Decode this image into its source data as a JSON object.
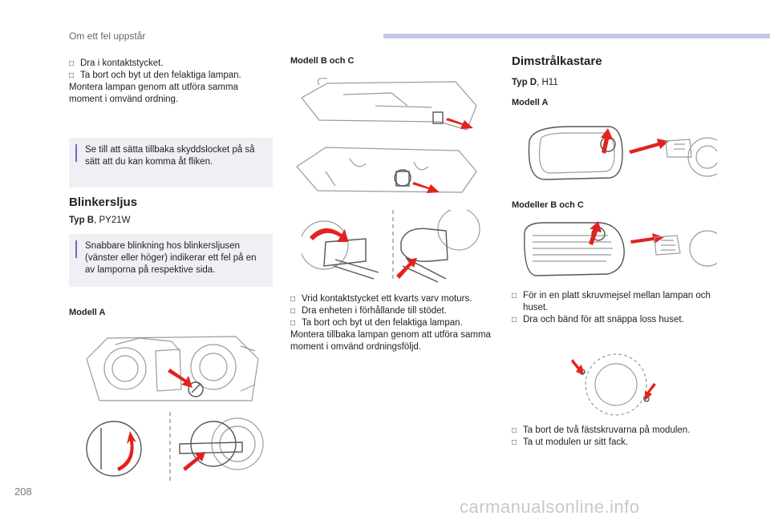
{
  "header": {
    "section_title": "Om ett fel uppstår",
    "page_number": "208"
  },
  "watermark": "carmanualsonline.info",
  "col1": {
    "intro_bullets": [
      "Dra i kontaktstycket.",
      "Ta bort och byt ut den felaktiga lampan."
    ],
    "intro_text": "Montera lampan genom att utföra samma moment i omvänd ordning.",
    "note1": "Se till att sätta tillbaka skyddslocket på så sätt att du kan komma åt fliken.",
    "heading": "Blinkersljus",
    "typ_label": "Typ B",
    "typ_value": ", PY21W",
    "note2": "Snabbare blinkning hos blinkersljusen (vänster eller höger) indikerar ett fel på en av lamporna på respektive sida.",
    "modell_a": "Modell A"
  },
  "col2": {
    "modell_bc": "Modell B och C",
    "bullets": [
      "Vrid kontaktstycket ett kvarts varv moturs.",
      "Dra enheten i förhållande till stödet.",
      "Ta bort och byt ut den felaktiga lampan."
    ],
    "text": "Montera tillbaka lampan genom att utföra samma moment i omvänd ordningsföljd."
  },
  "col3": {
    "heading": "Dimstrålkastare",
    "typ_label": "Typ D",
    "typ_value": ", H11",
    "modell_a": "Modell A",
    "modeller_bc": "Modeller B och C",
    "bullets1": [
      "För in en platt skruvmejsel mellan lampan och huset.",
      "Dra och bänd för att snäppa loss huset."
    ],
    "bullets2": [
      "Ta bort de två fästskruvarna på modulen.",
      "Ta ut modulen ur sitt fack."
    ]
  },
  "icons": {
    "bullet": "checkbox-bullet-icon",
    "note": "info-note-marker-icon"
  },
  "colors": {
    "accent": "#7a63c9",
    "arrow": "#e2221f",
    "note_bg": "#eef0f4",
    "header_bar": "#c4c7e6"
  }
}
